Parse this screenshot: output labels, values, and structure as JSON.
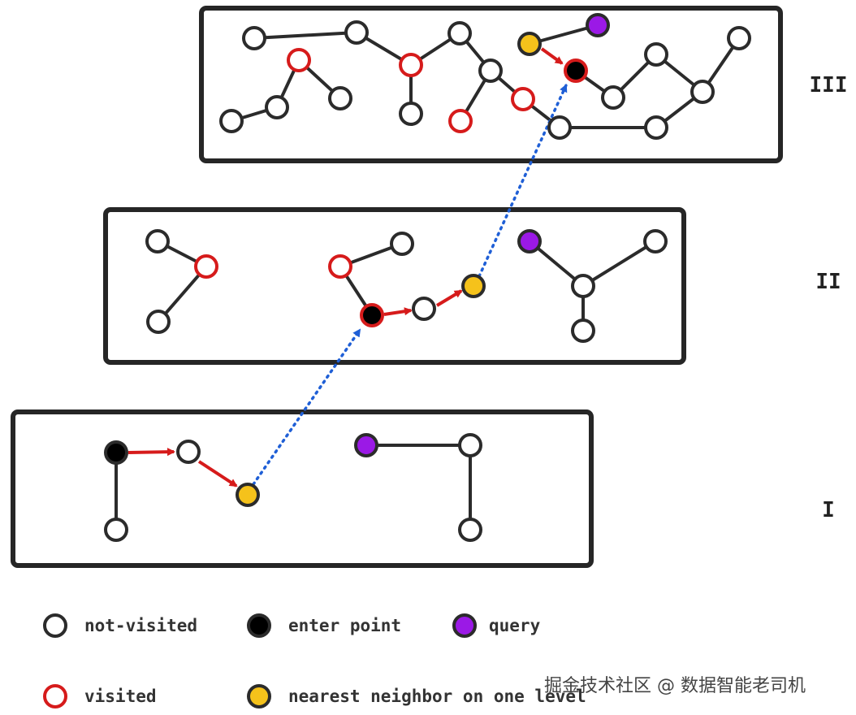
{
  "colors": {
    "frame": "#262626",
    "edge": "#2b2b2b",
    "not_visited_fill": "#ffffff",
    "visited_stroke": "#d61b1b",
    "enter_point_fill": "#000000",
    "query_fill": "#9b19e6",
    "nearest_fill": "#f5c21b",
    "step_arrow": "#d61b1b",
    "level_jump": "#1f5fd6"
  },
  "levels": [
    {
      "name": "level-iii",
      "label": "III"
    },
    {
      "name": "level-ii",
      "label": "II"
    },
    {
      "name": "level-i",
      "label": "I"
    }
  ],
  "legend": [
    {
      "kind": "not-visited",
      "label": "not-visited"
    },
    {
      "kind": "enter-point",
      "label": "enter point"
    },
    {
      "kind": "query",
      "label": "query"
    },
    {
      "kind": "visited",
      "label": "visited"
    },
    {
      "kind": "nearest",
      "label": "nearest neighbor on one level"
    }
  ],
  "watermark": "掘金技术社区 @ 数据智能老司机"
}
